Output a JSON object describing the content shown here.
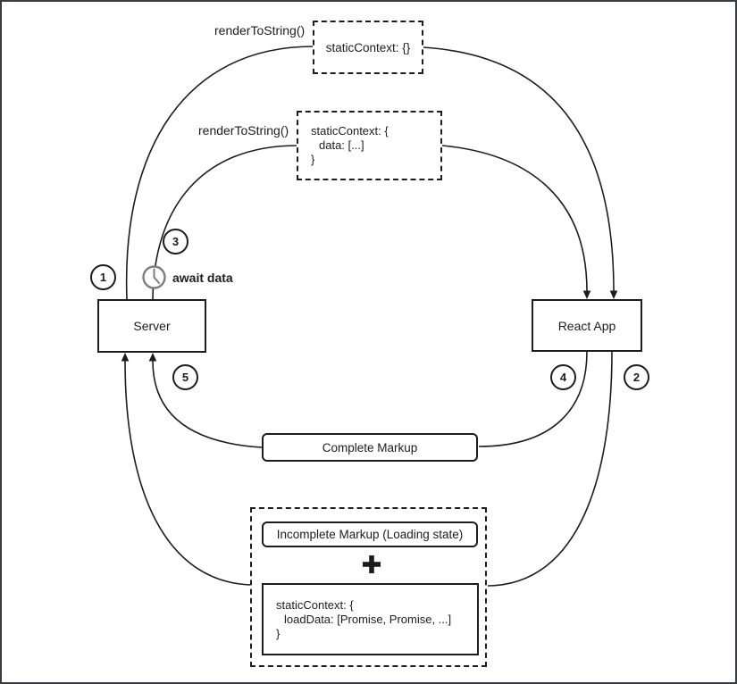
{
  "diagram": {
    "nodes": {
      "server": {
        "label": "Server"
      },
      "react_app": {
        "label": "React App"
      },
      "complete_markup": {
        "label": "Complete Markup"
      },
      "incomplete_markup": {
        "label": "Incomplete Markup (Loading state)"
      }
    },
    "code_boxes": {
      "static_context_empty": {
        "line1": "staticContext: {}"
      },
      "static_context_data": {
        "line1": "staticContext: {",
        "line2": "data: [...]",
        "line3": "}"
      },
      "static_context_promises": {
        "line1": "staticContext: {",
        "line2": "loadData: [Promise, Promise, ...]",
        "line3": "}"
      }
    },
    "labels": {
      "render_to_string_first": "renderToString()",
      "render_to_string_second": "renderToString()",
      "await_data": "await data"
    },
    "steps": [
      "1",
      "2",
      "3",
      "4",
      "5"
    ],
    "icons": {
      "clock": "clock-waiting",
      "plus": "heavy-plus"
    },
    "colors": {
      "line": "#1c1c1c",
      "clock_gray": "#7d7d7d",
      "frame": "#3a3a43",
      "background": "#ffffff"
    }
  }
}
